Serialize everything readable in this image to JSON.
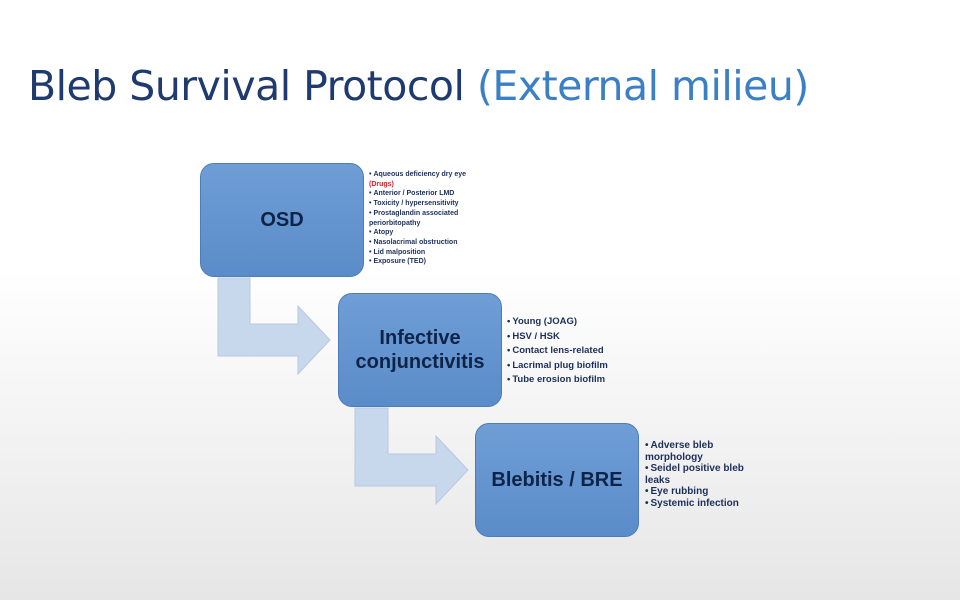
{
  "title": {
    "main": "Bleb Survival Protocol",
    "sub": "(External milieu)"
  },
  "steps": [
    {
      "label": "OSD",
      "items": [
        "Aqueous deficiency dry eye",
        "Anterior / Posterior LMD",
        "Toxicity / hypersensitivity",
        "Prostaglandin associated periorbitopathy",
        "Atopy",
        "Nasolacrimal obstruction",
        "Lid malposition",
        "Exposure (TED)"
      ],
      "note": "(Drugs)"
    },
    {
      "label": "Infective conjunctivitis",
      "items": [
        "Young (JOAG)",
        "HSV / HSK",
        "Contact lens-related",
        "Lacrimal plug biofilm",
        "Tube erosion biofilm"
      ]
    },
    {
      "label": "Blebitis / BRE",
      "items": [
        "Adverse bleb morphology",
        "Seidel positive bleb leaks",
        "Eye rubbing",
        "Systemic infection"
      ]
    }
  ],
  "colors": {
    "box": "#6496d0",
    "arrow": "#c7d7ec",
    "note": "#d0202a"
  }
}
